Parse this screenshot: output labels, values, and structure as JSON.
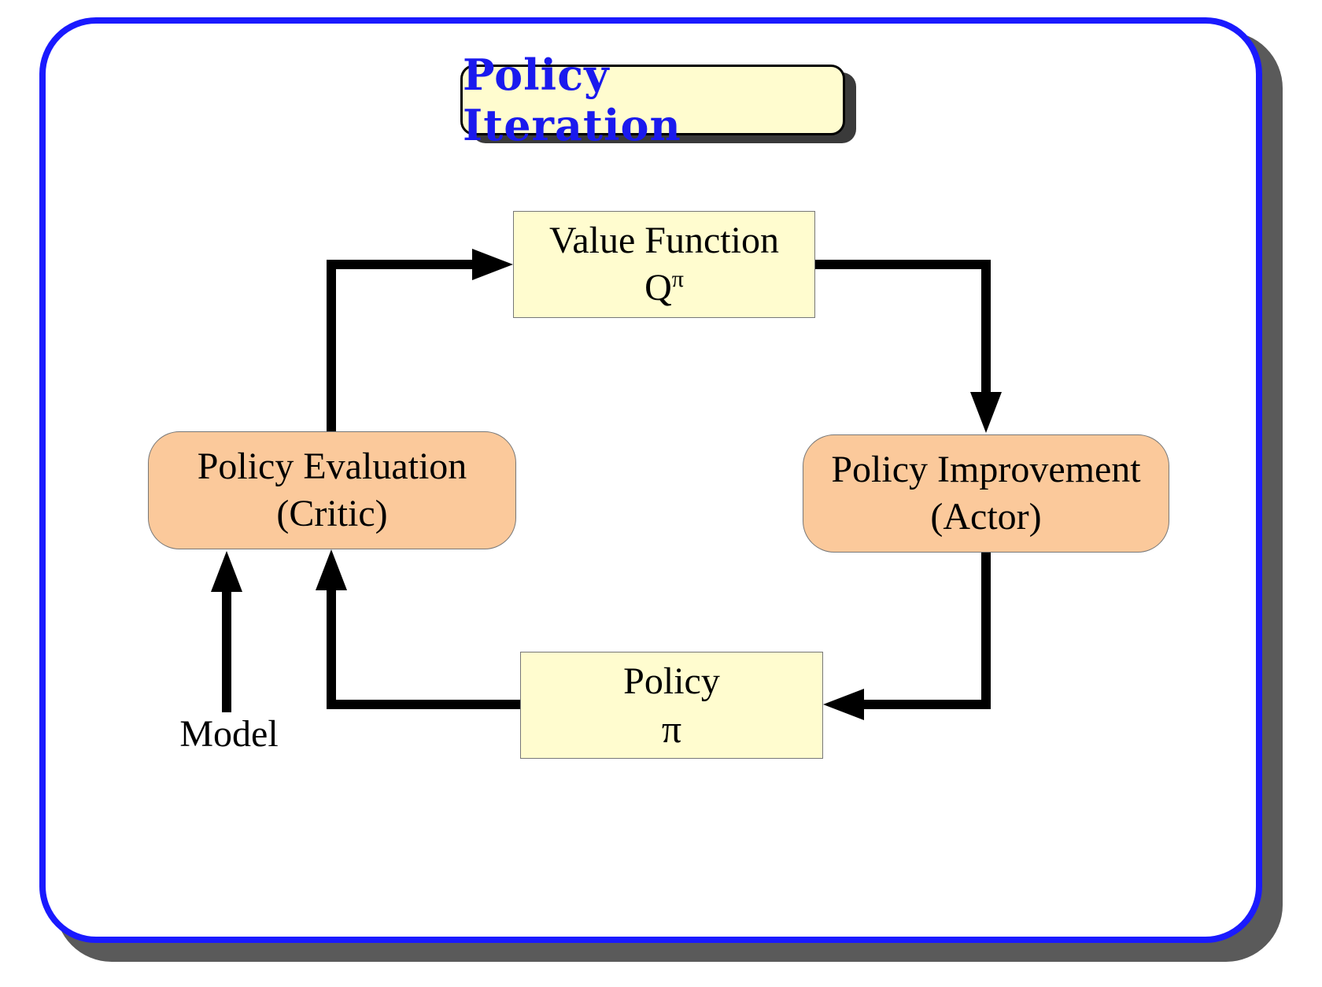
{
  "title": "Policy Iteration",
  "nodes": {
    "value_function": {
      "line1": "Value Function",
      "symbol": "Q",
      "superscript": "π"
    },
    "policy_evaluation": {
      "line1": "Policy Evaluation",
      "line2": "(Critic)"
    },
    "policy_improvement": {
      "line1": "Policy Improvement",
      "line2": "(Actor)"
    },
    "policy": {
      "line1": "Policy",
      "line2": "π"
    }
  },
  "model_label": "Model",
  "footer_text": "",
  "colors": {
    "frame_border": "#1a1aff",
    "title_text": "#1a1aee",
    "title_fill": "#fffccf",
    "rect_fill": "#fffccf",
    "rounded_fill": "#fbc99b",
    "arrow": "#000000"
  }
}
